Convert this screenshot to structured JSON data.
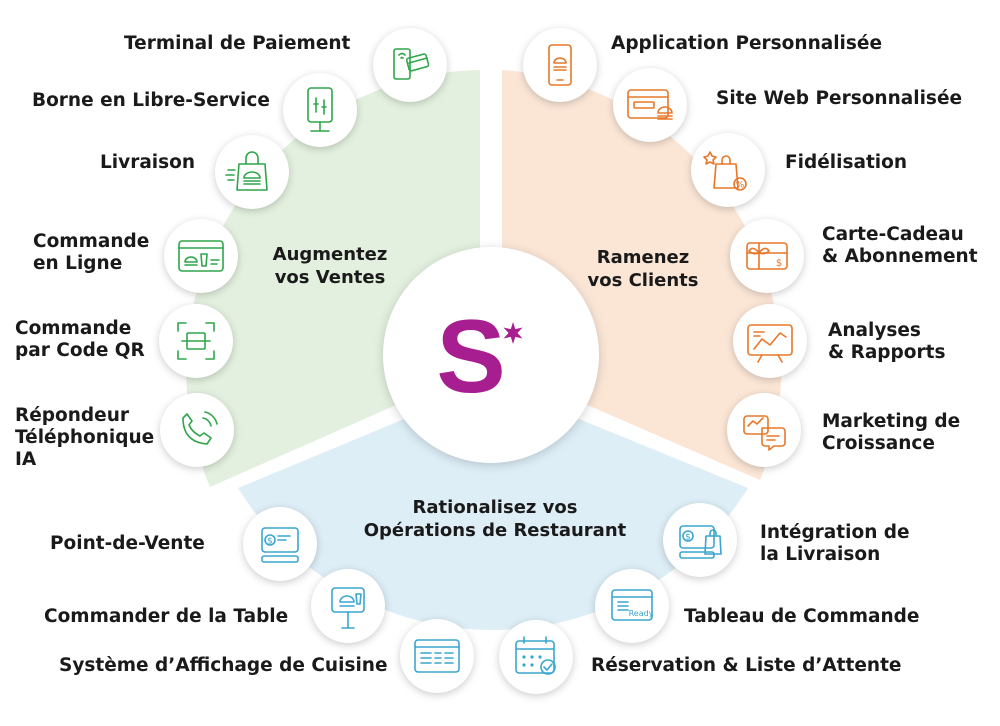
{
  "brand": {
    "logo_letter": "S",
    "accent": "#a61e8f"
  },
  "colors": {
    "green": "#2fa64a",
    "green_bg": "#e3f0df",
    "orange": "#e7782a",
    "orange_bg": "#fbe6d6",
    "blue": "#3aa6cf",
    "blue_bg": "#ddeef7"
  },
  "sections": {
    "left": {
      "title": "Augmentez\nvos Ventes"
    },
    "right": {
      "title": "Ramenez\nvos Clients"
    },
    "bottom": {
      "title": "Rationalisez vos\nOpérations de Restaurant"
    }
  },
  "left_items": [
    {
      "label": "Terminal de Paiement",
      "icon": "payment-terminal-icon"
    },
    {
      "label": "Borne en Libre-Service",
      "icon": "kiosk-icon"
    },
    {
      "label": "Livraison",
      "icon": "delivery-bag-icon"
    },
    {
      "label": "Commande\nen Ligne",
      "icon": "online-order-icon"
    },
    {
      "label": "Commande\npar Code QR",
      "icon": "qr-scan-icon"
    },
    {
      "label": "Répondeur\nTéléphonique\nIA",
      "icon": "phone-icon"
    }
  ],
  "right_items": [
    {
      "label": "Application Personnalisée",
      "icon": "mobile-app-icon"
    },
    {
      "label": "Site Web Personnalisée",
      "icon": "website-icon"
    },
    {
      "label": "Fidélisation",
      "icon": "loyalty-bag-icon"
    },
    {
      "label": "Carte-Cadeau\n& Abonnement",
      "icon": "gift-card-icon"
    },
    {
      "label": "Analyses\n& Rapports",
      "icon": "analytics-icon"
    },
    {
      "label": "Marketing de\nCroissance",
      "icon": "marketing-icon"
    }
  ],
  "bottom_items": [
    {
      "label": "Point-de-Vente",
      "icon": "pos-icon"
    },
    {
      "label": "Commander de la Table",
      "icon": "table-order-icon"
    },
    {
      "label": "Système d’Affichage de Cuisine",
      "icon": "kitchen-display-icon"
    },
    {
      "label": "Réservation & Liste d’Attente",
      "icon": "reservation-icon"
    },
    {
      "label": "Tableau de Commande",
      "icon": "order-board-icon"
    },
    {
      "label": "Intégration de\nla Livraison",
      "icon": "delivery-integration-icon"
    }
  ],
  "icon_texts": {
    "ready": "Ready",
    "dollar": "$",
    "percent": "%"
  }
}
